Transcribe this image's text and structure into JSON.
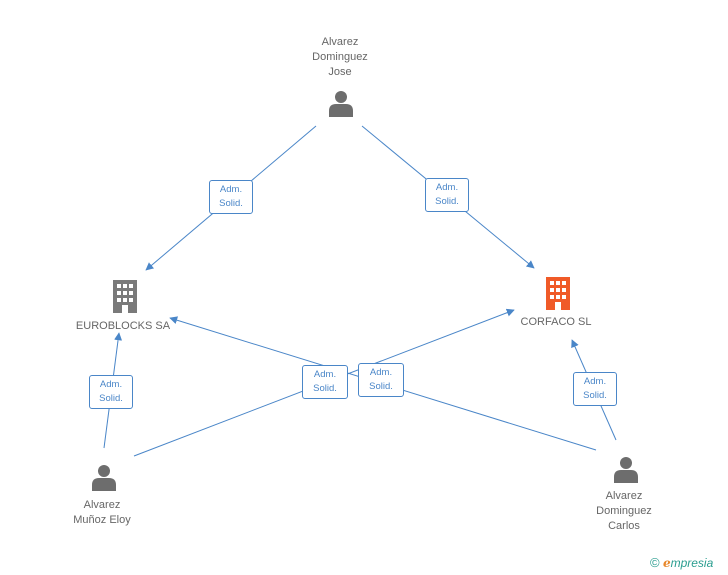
{
  "people": {
    "jose": {
      "lines": [
        "Alvarez",
        "Dominguez",
        "Jose"
      ]
    },
    "eloy": {
      "lines": [
        "Alvarez",
        "Muñoz Eloy"
      ]
    },
    "carlos": {
      "lines": [
        "Alvarez",
        "Dominguez",
        "Carlos"
      ]
    }
  },
  "companies": {
    "euroblocks": {
      "label": "EUROBLOCKS SA",
      "color": "#7a7a7a"
    },
    "corfaco": {
      "label": "CORFACO SL",
      "color": "#f05a28"
    }
  },
  "roles": {
    "jose_euroblocks": [
      "Adm.",
      "Solid."
    ],
    "jose_corfaco": [
      "Adm.",
      "Solid."
    ],
    "eloy_euroblocks": [
      "Adm.",
      "Solid."
    ],
    "eloy_corfaco": [
      "Adm.",
      "Solid."
    ],
    "carlos_euroblocks": [
      "Adm.",
      "Solid."
    ],
    "carlos_corfaco": [
      "Adm.",
      "Solid."
    ]
  },
  "colors": {
    "edge": "#4a86c8",
    "person_icon": "#6d6d6d"
  },
  "brand": {
    "copyright": "©",
    "initial": "e",
    "name": "mpresia"
  }
}
